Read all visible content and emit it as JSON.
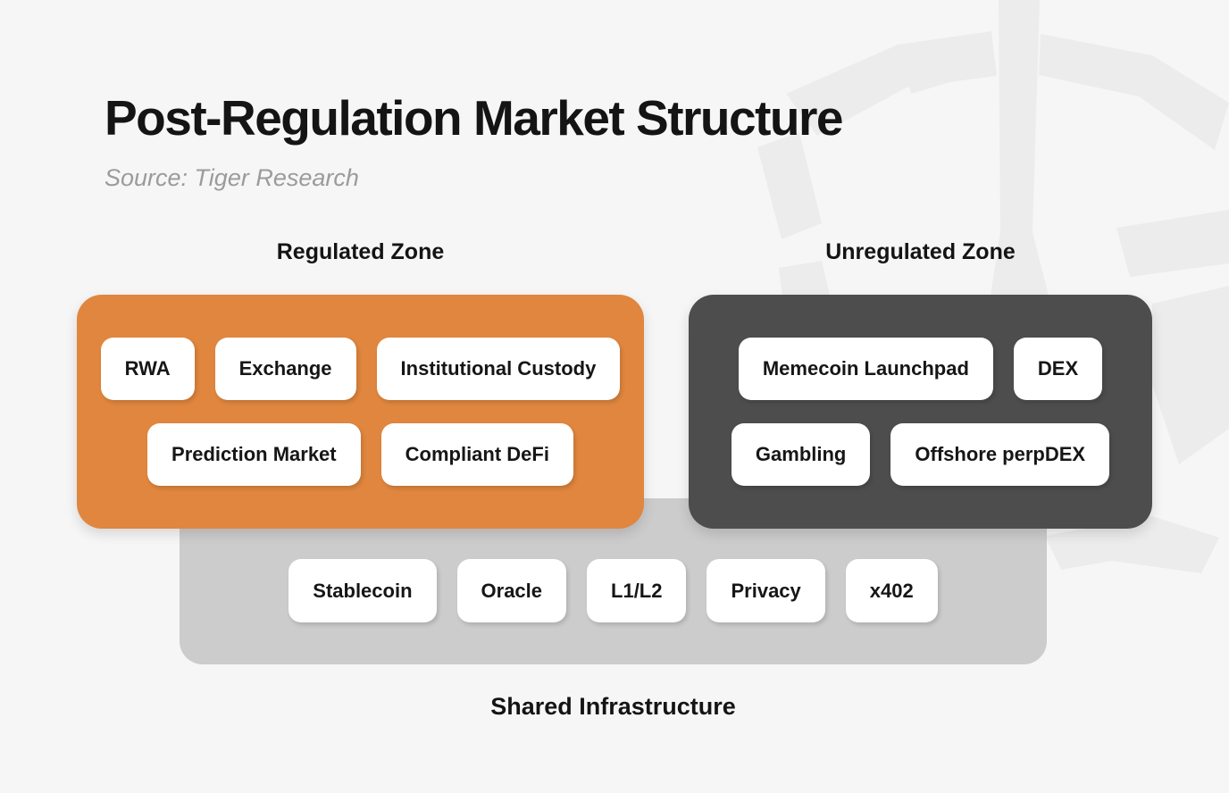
{
  "header": {
    "title": "Post-Regulation Market Structure",
    "source": "Source: Tiger Research"
  },
  "zones": {
    "regulated": {
      "label": "Regulated Zone",
      "rows": [
        [
          "RWA",
          "Exchange",
          "Institutional Custody"
        ],
        [
          "Prediction Market",
          "Compliant DeFi"
        ]
      ]
    },
    "unregulated": {
      "label": "Unregulated Zone",
      "rows": [
        [
          "Memecoin Launchpad",
          "DEX"
        ],
        [
          "Gambling",
          "Offshore perpDEX"
        ]
      ]
    },
    "shared": {
      "label": "Shared Infrastructure",
      "items": [
        "Stablecoin",
        "Oracle",
        "L1/L2",
        "Privacy",
        "x402"
      ]
    }
  },
  "colors": {
    "background": "#f6f6f6",
    "regulated_zone": "#e0863e",
    "unregulated_zone": "#4d4d4d",
    "shared_zone": "#cccccc",
    "chip_background": "#ffffff",
    "text_primary": "#141414",
    "source_text": "#9b9b9b",
    "watermark": "#ececec"
  },
  "icons": {
    "watermark": "tiger-research-logo-watermark"
  }
}
